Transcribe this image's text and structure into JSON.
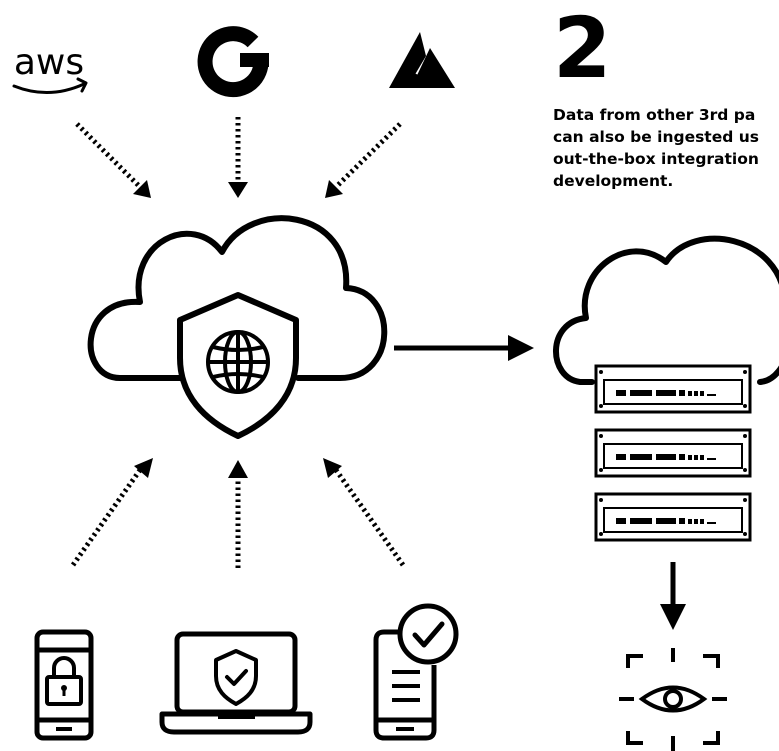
{
  "step": {
    "number": "2",
    "description_lines": [
      "Data from other 3rd pa",
      "can also be ingested us",
      "out-the-box integration",
      "development."
    ]
  },
  "sources": {
    "aws_logo_text": "aws",
    "google_logo_text": "G"
  },
  "icons": {
    "aws": "aws-logo-icon",
    "google": "google-logo-icon",
    "azure": "azure-logo-icon",
    "central_cloud": "cloud-shield-globe-icon",
    "storage_cloud": "cloud-server-rack-icon",
    "phone": "phone-lock-icon",
    "laptop": "laptop-shield-icon",
    "tablet": "tablet-check-icon",
    "monitor": "eye-focus-icon"
  },
  "colors": {
    "foreground": "#000000",
    "background": "#ffffff"
  }
}
